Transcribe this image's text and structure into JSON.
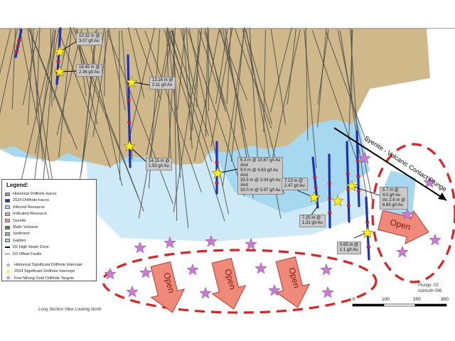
{
  "colors": {
    "indicated": "#cfb98a",
    "inferred": "#a6d8ef",
    "inferred_light": "#c6e6f6",
    "drill_trace": "#4a4a4a",
    "drill_2024": "#1f2fb8",
    "drill_intercept": "#d62020",
    "star_yellow": "#ffef1a",
    "star_magenta": "#c97bd1",
    "open_arrow": "#ef8a7a",
    "open_dash": "#e02020"
  },
  "callouts": [
    {
      "id": "c1",
      "text": "10.32 m @\n3.07 g/t Au"
    },
    {
      "id": "c2",
      "text": "18.45 m @\n2.36 g/t Au"
    },
    {
      "id": "c3",
      "text": "13.16 m @\n3.11 g/t Au"
    },
    {
      "id": "c4",
      "text": "14.15 m @\n1.53 g/t Au"
    },
    {
      "id": "c5",
      "text": "5.3 m @ 10.67 g/t Au\nAnd\n9.0 m @ 6.63 g/t Au\nAnd\n33.5 m @ 3.04 g/t Au\nAnd\n33.0 m @ 5.97 g/t Au"
    },
    {
      "id": "c6",
      "text": "7.13 m @\n2.47 g/t Au"
    },
    {
      "id": "c7",
      "text": "7.25 m @\n1.31 g/t Au"
    },
    {
      "id": "c8",
      "text": "5.7 m @\n4.0 g/t Au\ninc 2.6 m @\n6.65 g/t Au"
    },
    {
      "id": "c9",
      "text": "0.65 m @\n1.1 g/t Au"
    }
  ],
  "contact_label": "Syenite - Volcanic Contact Plunge",
  "open_labels": [
    "Open",
    "Open",
    "Open",
    "Open"
  ],
  "legend": {
    "title": "Legend:",
    "items": [
      {
        "label": "Historical Drillhole traces",
        "swatch": "#9a9a9a"
      },
      {
        "label": "2024 Drillhole traces",
        "swatch": "#1f2fb8"
      },
      {
        "label": "Inferred Resource",
        "swatch": "#a6d8ef"
      },
      {
        "label": "Indicated Resource",
        "swatch": "#cfb98a"
      },
      {
        "label": "Syenite",
        "swatch": "#e59ad6"
      },
      {
        "label": "Mafic Volcanic",
        "swatch": "#4f8a3a"
      },
      {
        "label": "Sediment",
        "swatch": "#9ab0a8"
      },
      {
        "label": "Gabbro",
        "swatch": "#b8c8c0"
      },
      {
        "label": "D2 High Strain Zone",
        "swatch": "line-black"
      },
      {
        "label": "D3 Offset Faults",
        "swatch": "line-blue"
      },
      {
        "label": "Historical Significant Drillhole Intercept",
        "swatch": "star-grey"
      },
      {
        "label": "2024 Significant Drillhole Intercept",
        "swatch": "star-yellow"
      },
      {
        "label": "First Mining Gold Drillhole Targets",
        "swatch": "star-magenta"
      }
    ]
  },
  "footer_left": "Long Section View Looking North",
  "plunge_text": "Plunge -02\nAzimuth 006",
  "scale_labels": [
    "0",
    "100",
    "200",
    "300"
  ]
}
